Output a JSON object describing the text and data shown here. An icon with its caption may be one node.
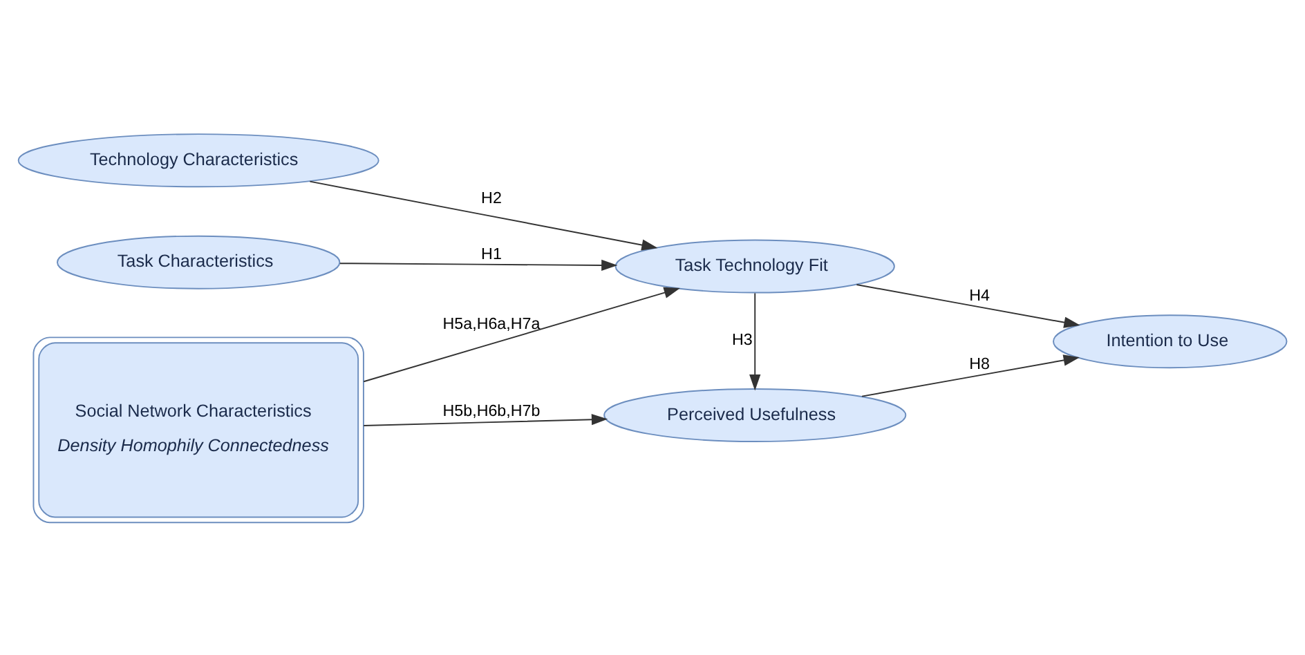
{
  "diagram": {
    "nodes": [
      {
        "text": [
          "Task Characteristics"
        ]
      },
      {
        "text": [
          "Technology Characteristics"
        ]
      },
      {
        "text": [
          "Social Network Characteristics",
          "Density Homophily Connectedness"
        ]
      },
      {
        "text": [
          "Task Technology Fit"
        ]
      },
      {
        "text": [
          "Perceived Usefulness"
        ]
      },
      {
        "text": [
          "Intention to Use"
        ]
      }
    ],
    "edges": [
      {
        "from": 0,
        "to": 3,
        "arrow": "to",
        "label": "H1"
      },
      {
        "from": 1,
        "to": 3,
        "arrow": "to",
        "label": "H2"
      },
      {
        "from": 2,
        "to": 3,
        "arrow": "to",
        "label": "H5a,H6a,H7a"
      },
      {
        "from": 2,
        "to": 4,
        "arrow": "to",
        "label": "H5b,H6b,H7b"
      },
      {
        "from": 3,
        "to": 4,
        "arrow": "to",
        "label": "H3"
      },
      {
        "from": 3,
        "to": 5,
        "arrow": "to",
        "label": "H4"
      },
      {
        "from": 4,
        "to": 5,
        "arrow": "to",
        "label": "H8"
      }
    ]
  }
}
